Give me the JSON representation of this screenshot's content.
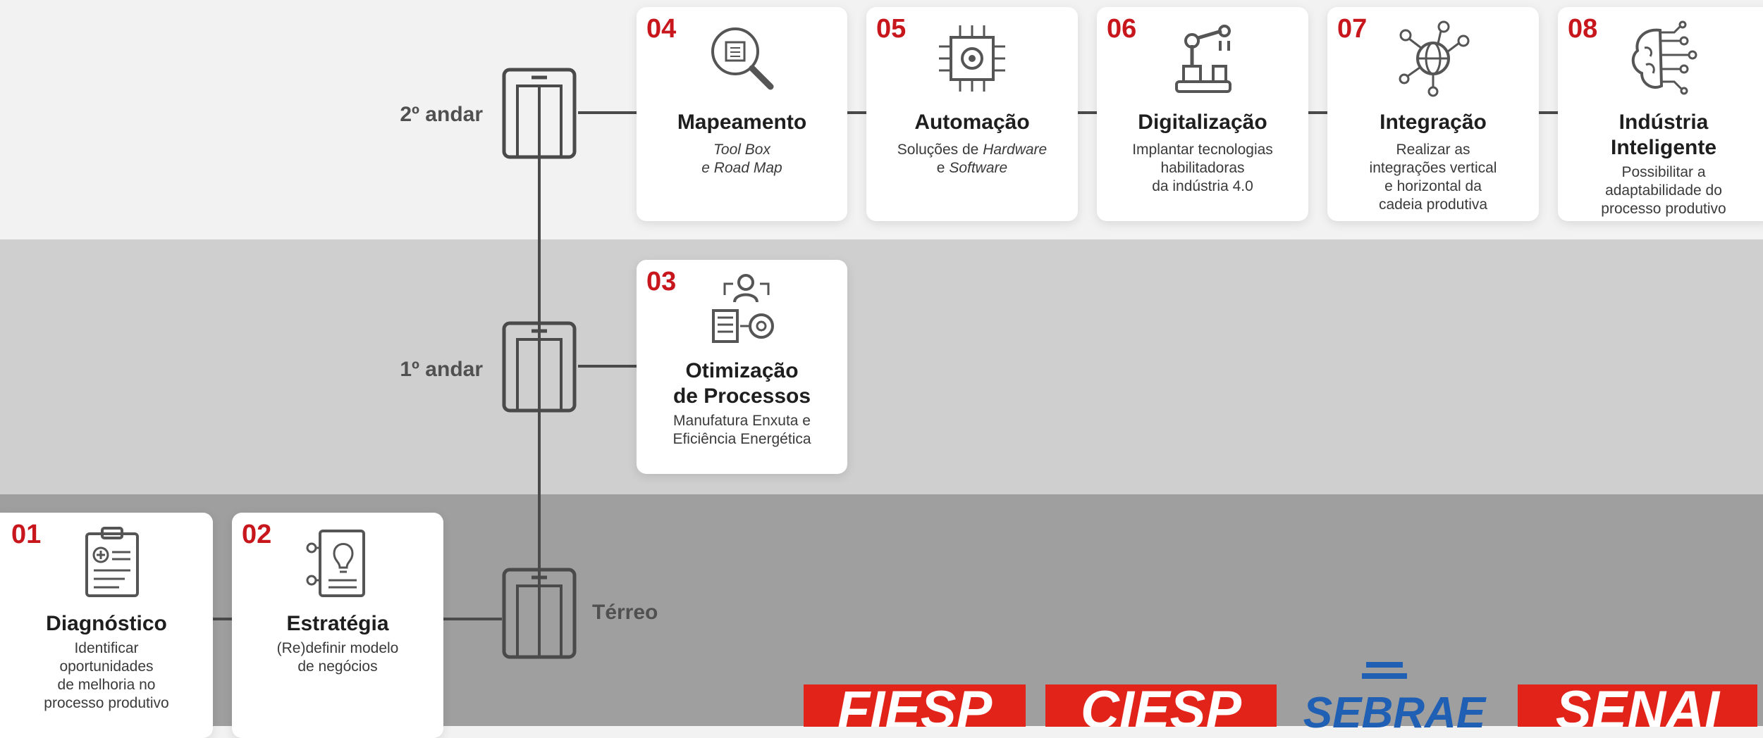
{
  "floors": {
    "second": "2º andar",
    "first": "1º andar",
    "ground": "Térreo"
  },
  "cards": [
    {
      "num": "01",
      "title": "Diagnóstico",
      "desc": [
        "Identificar",
        "oportunidades",
        "de melhoria no",
        "processo produtivo"
      ],
      "icon": "clipboard-diagnosis-icon"
    },
    {
      "num": "02",
      "title": "Estratégia",
      "desc": [
        "(Re)definir modelo",
        "de negócios"
      ],
      "icon": "lightbulb-strategy-icon"
    },
    {
      "num": "03",
      "title": "Otimização",
      "title2": "de Processos",
      "desc": [
        "Manufatura Enxuta e",
        "Eficiência Energética"
      ],
      "icon": "process-optimization-icon"
    },
    {
      "num": "04",
      "title": "Mapeamento",
      "desc": [
        "Tool Box",
        "e Road Map"
      ],
      "icon": "magnifier-map-icon"
    },
    {
      "num": "05",
      "title": "Automação",
      "desc_parts": [
        "Soluções de ",
        "Hardware",
        "e ",
        "Software"
      ],
      "icon": "chip-gear-icon"
    },
    {
      "num": "06",
      "title": "Digitalização",
      "desc": [
        "Implantar tecnologias",
        "habilitadoras",
        "da indústria 4.0"
      ],
      "icon": "robot-arm-icon"
    },
    {
      "num": "07",
      "title": "Integração",
      "desc": [
        "Realizar as",
        "integrações vertical",
        "e horizontal da",
        "cadeia produtiva"
      ],
      "icon": "globe-network-icon"
    },
    {
      "num": "08",
      "title": "Indústria",
      "title2": "Inteligente",
      "desc": [
        "Possibilitar a",
        "adaptabilidade do",
        "processo produtivo"
      ],
      "icon": "brain-circuit-icon"
    }
  ],
  "logos": [
    "FIESP",
    "CIESP",
    "SEBRAE",
    "SENAI"
  ],
  "colors": {
    "accent": "#c8161d",
    "brand_red": "#e2231a",
    "brand_blue": "#1f5fb4",
    "line": "#4a4a4a"
  }
}
